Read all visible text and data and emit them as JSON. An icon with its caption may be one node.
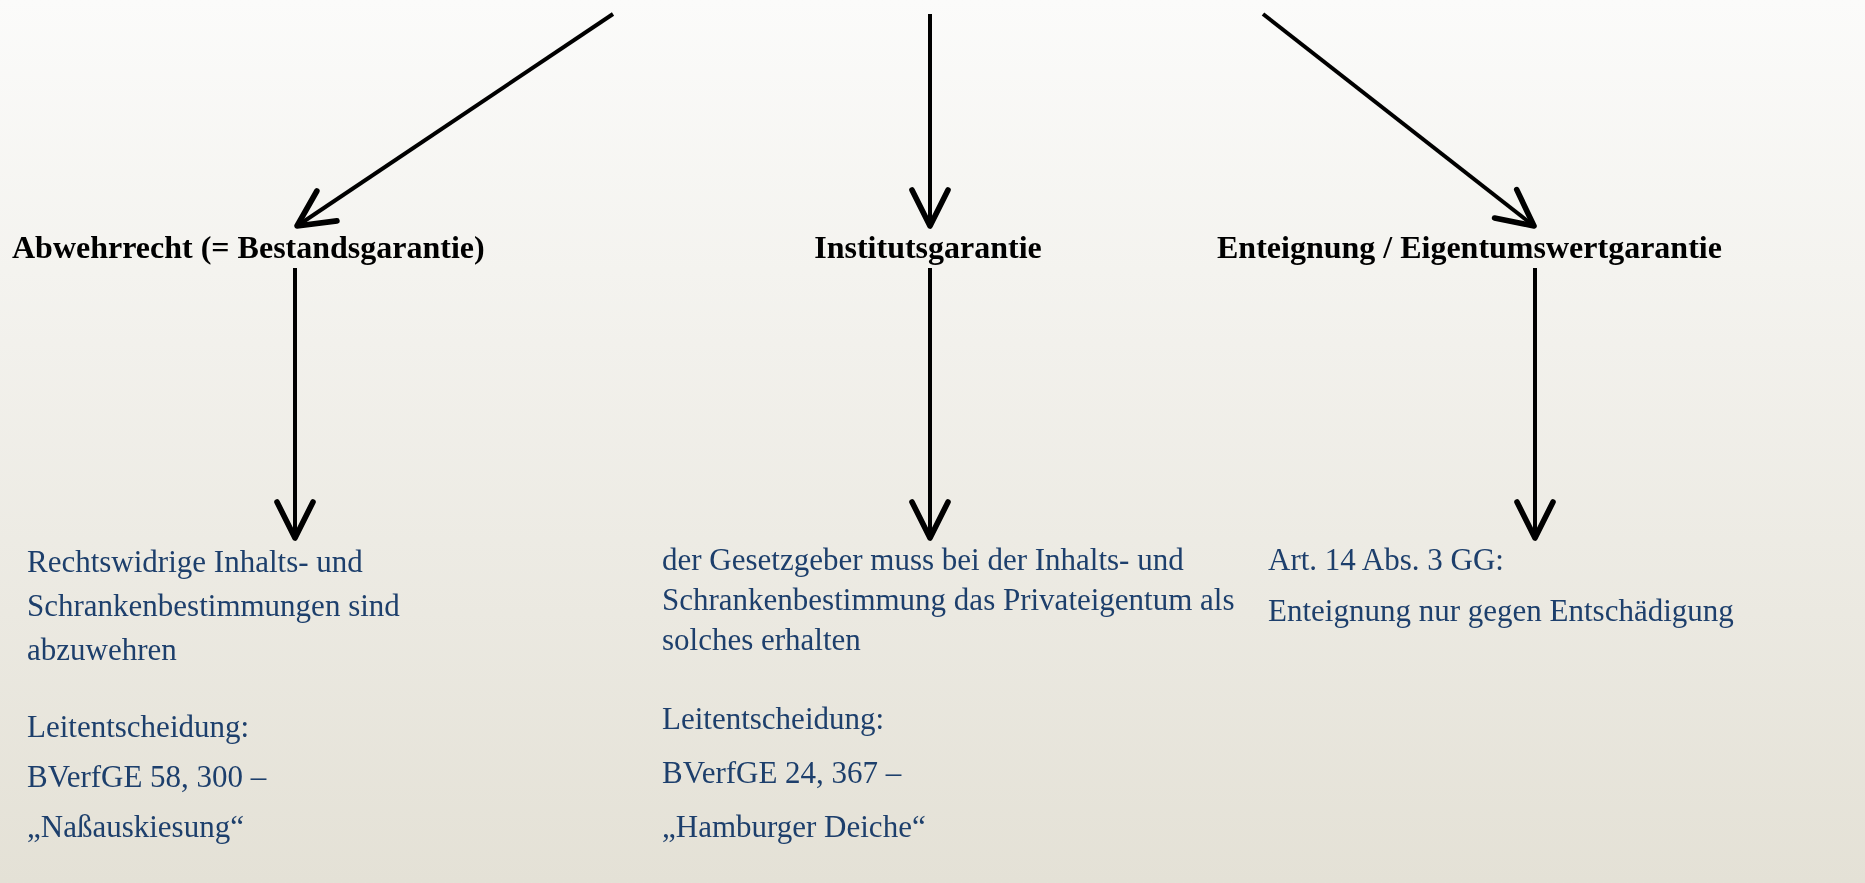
{
  "diagram": {
    "nodes": [
      {
        "text": [
          "Abwehrrecht (= Bestandsgarantie)"
        ]
      },
      {
        "text": [
          "Institutsgarantie"
        ]
      },
      {
        "text": [
          "Enteignung / Eigentumswertgarantie"
        ]
      },
      {
        "text": [
          "Rechtswidrige Inhalts- und Schrankenbestimmungen sind abzuwehren",
          "Leitentscheidung:",
          "BVerfGE 58, 300 –",
          "„Naßauskiesung“"
        ]
      },
      {
        "text": [
          "der Gesetzgeber muss bei der Inhalts- und Schrankenbestimmung das Privateigentum als solches erhalten",
          "Leitentscheidung:",
          "BVerfGE 24, 367 –",
          "„Hamburger Deiche“"
        ]
      },
      {
        "text": [
          "Art. 14 Abs. 3 GG:",
          "Enteignung nur gegen Entschädigung"
        ]
      }
    ],
    "edges": [
      {
        "from": null,
        "to": 0,
        "arrow": "to"
      },
      {
        "from": null,
        "to": 1,
        "arrow": "to"
      },
      {
        "from": null,
        "to": 2,
        "arrow": "to"
      },
      {
        "from": 0,
        "to": 3,
        "arrow": "to"
      },
      {
        "from": 1,
        "to": 4,
        "arrow": "to"
      },
      {
        "from": 2,
        "to": 5,
        "arrow": "to"
      }
    ]
  }
}
